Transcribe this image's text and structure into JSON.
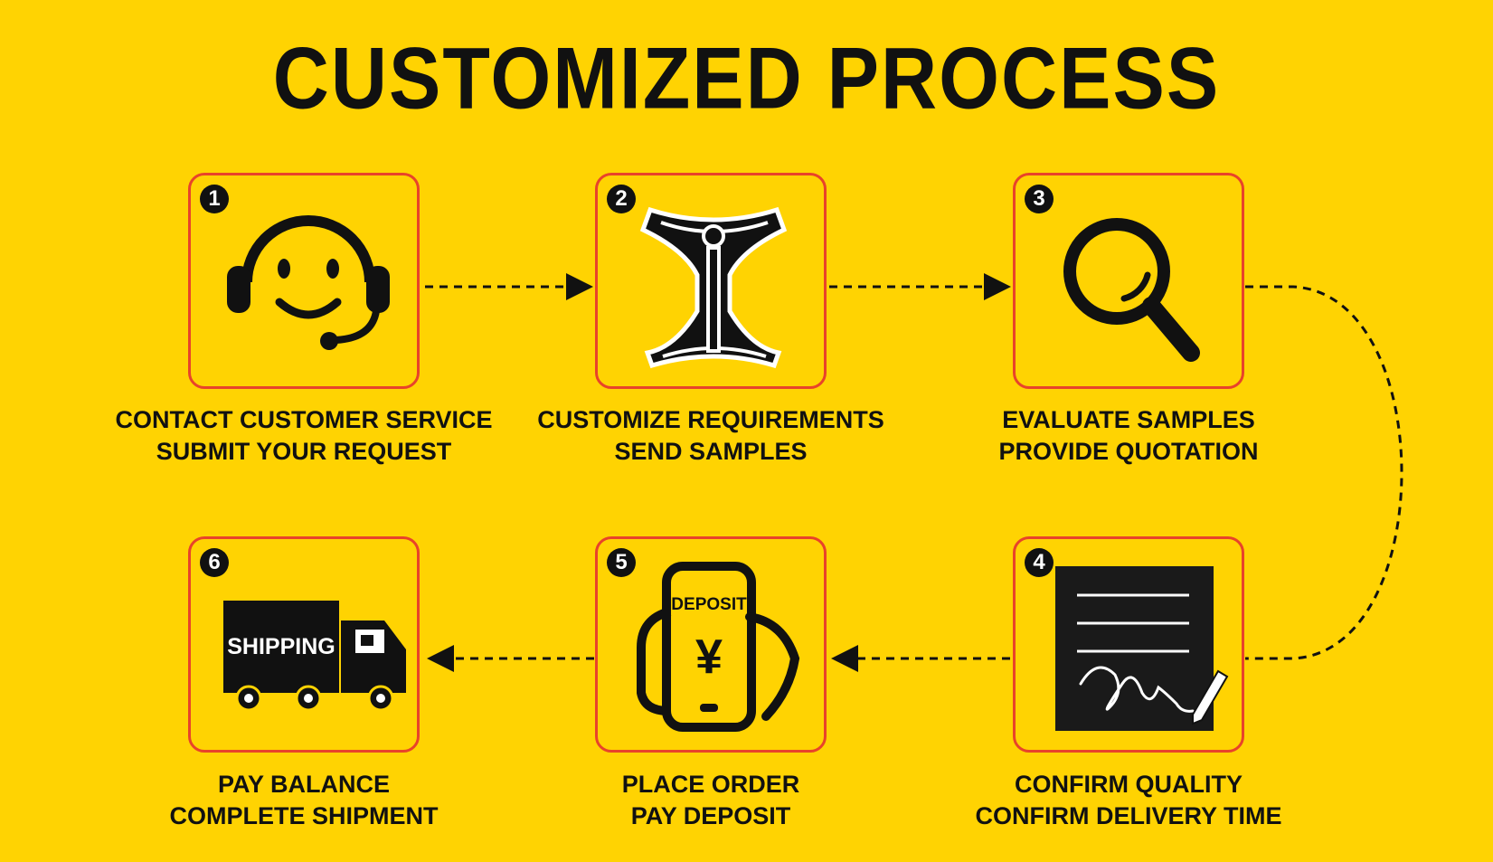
{
  "title": "CUSTOMIZED PROCESS",
  "accent_border": "#E8432A",
  "background": "#FFD302",
  "steps": [
    {
      "number": "1",
      "icon": "headset-smiley-icon",
      "line1": "CONTACT CUSTOMER SERVICE",
      "line2": "SUBMIT YOUR REQUEST"
    },
    {
      "number": "2",
      "icon": "harness-icon",
      "line1": "CUSTOMIZE REQUIREMENTS",
      "line2": "SEND SAMPLES"
    },
    {
      "number": "3",
      "icon": "magnifier-icon",
      "line1": "EVALUATE SAMPLES",
      "line2": "PROVIDE QUOTATION"
    },
    {
      "number": "4",
      "icon": "signed-document-icon",
      "line1": "CONFIRM QUALITY",
      "line2": "CONFIRM DELIVERY TIME"
    },
    {
      "number": "5",
      "icon": "phone-deposit-icon",
      "line1": "PLACE ORDER",
      "line2": "PAY DEPOSIT",
      "icon_text": "DEPOSIT",
      "currency": "¥"
    },
    {
      "number": "6",
      "icon": "shipping-truck-icon",
      "line1": "PAY BALANCE",
      "line2": "COMPLETE SHIPMENT",
      "icon_text": "SHIPPING"
    }
  ]
}
